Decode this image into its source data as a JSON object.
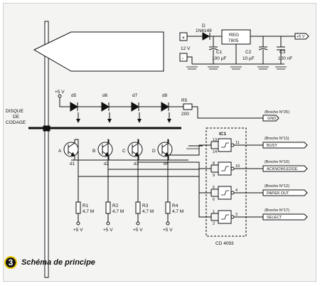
{
  "figure_number": "3",
  "caption": "Schéma de principe",
  "power": {
    "diode_ref": "D",
    "diode_part": "1N4148",
    "reg_ref": "REG",
    "reg_part": "7805",
    "plus_sign": "+",
    "minus_sign": "-",
    "input_voltage": "12 V",
    "c1_ref": "C1",
    "c1_value": "100 µF",
    "c2_ref": "C2",
    "c2_value": "10 µF",
    "c3_ref": "C3",
    "c3_value": "100 nF",
    "output_label": "+5 V"
  },
  "disk_label": [
    "DISQUE",
    "DE",
    "CODAGE"
  ],
  "supply_top": "+5 V",
  "leds": [
    "d5",
    "d6",
    "d7",
    "d8"
  ],
  "r5": {
    "ref": "R5",
    "value": "200"
  },
  "sensors": [
    {
      "letter": "A",
      "ref": "d1"
    },
    {
      "letter": "B",
      "ref": "d2"
    },
    {
      "letter": "C",
      "ref": "d3"
    },
    {
      "letter": "D",
      "ref": "d4"
    }
  ],
  "resistors": [
    {
      "ref": "R1",
      "value": "4,7 M",
      "supply": "+5 V"
    },
    {
      "ref": "R2",
      "value": "4,7 M",
      "supply": "+5 V"
    },
    {
      "ref": "R3",
      "value": "4,7 M",
      "supply": "+5 V"
    },
    {
      "ref": "R4",
      "value": "4,7 M",
      "supply": "+5 V"
    }
  ],
  "ic": {
    "ref": "IC1",
    "part": "CD 4093"
  },
  "gates": [
    {
      "in_a": "13",
      "in_b": "14",
      "out": "11",
      "signal": "BUSY",
      "pin": "(Broche N°11)"
    },
    {
      "in_a": "8",
      "in_b": "9",
      "out": "10",
      "signal": "ACKNOWLEDGE",
      "pin": "(Broche N°10)"
    },
    {
      "in_a": "5",
      "in_b": "6",
      "out": "4",
      "signal": "PAPER OUT",
      "pin": "(Broche N°12)"
    },
    {
      "in_a": "1",
      "in_b": "2",
      "out": "3",
      "signal": "SELECT",
      "pin": "(Broche N°17)"
    }
  ],
  "gnd_connector": {
    "signal": "GND",
    "pin": "(Broche N°25)"
  },
  "colors": {
    "ink": "#111111",
    "caption_ring": "#e8c800",
    "background": "#f4f4f2"
  }
}
